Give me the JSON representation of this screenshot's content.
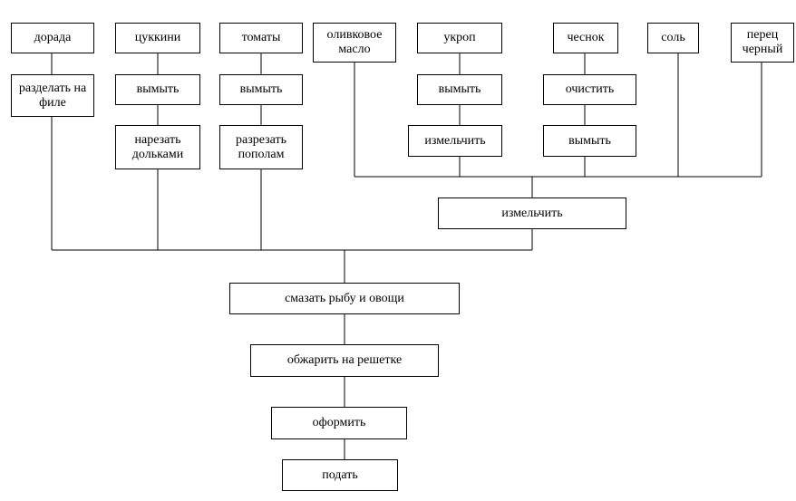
{
  "ingredients": {
    "dorada": "дорада",
    "zucchini": "цуккини",
    "tomatoes": "томаты",
    "olive_oil": "оливковое масло",
    "dill": "укроп",
    "garlic": "чеснок",
    "salt": "соль",
    "pepper": "перец черный"
  },
  "steps": {
    "fillet": "разделать на филе",
    "wash_zucchini": "вымыть",
    "wash_tomatoes": "вымыть",
    "slice_zucchini": "нарезать дольками",
    "halve_tomatoes": "разрезать пополам",
    "wash_dill": "вымыть",
    "chop_dill": "измельчить",
    "peel_garlic": "очистить",
    "wash_garlic": "вымыть",
    "chop_all": "измельчить",
    "coat": "смазать рыбу и овощи",
    "grill": "обжарить на решетке",
    "garnish": "оформить",
    "serve": "подать"
  }
}
